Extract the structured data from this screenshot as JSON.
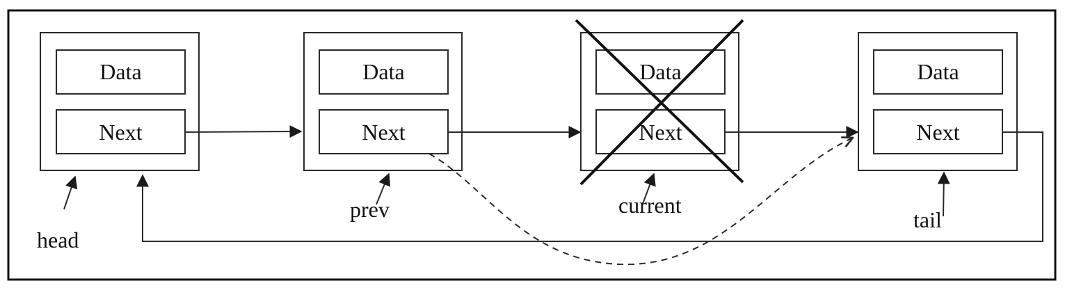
{
  "diagram": {
    "nodes": [
      {
        "id": "node-1",
        "data_label": "Data",
        "next_label": "Next",
        "deleted": false
      },
      {
        "id": "node-2",
        "data_label": "Data",
        "next_label": "Next",
        "deleted": false
      },
      {
        "id": "node-3",
        "data_label": "Data",
        "next_label": "Next",
        "deleted": true
      },
      {
        "id": "node-4",
        "data_label": "Data",
        "next_label": "Next",
        "deleted": false
      }
    ],
    "pointers": {
      "head": "head",
      "prev": "prev",
      "current": "current",
      "tail": "tail"
    },
    "edges": [
      {
        "from": "node-1",
        "to": "node-2",
        "style": "solid"
      },
      {
        "from": "node-2",
        "to": "node-3",
        "style": "solid"
      },
      {
        "from": "node-3",
        "to": "node-4",
        "style": "solid"
      },
      {
        "from": "node-2",
        "to": "node-4",
        "style": "dashed"
      },
      {
        "from": "node-4",
        "to": "node-1",
        "style": "solid"
      }
    ],
    "colors": {
      "stroke": "#2a2a2a",
      "text": "#111111",
      "background": "#ffffff"
    }
  }
}
